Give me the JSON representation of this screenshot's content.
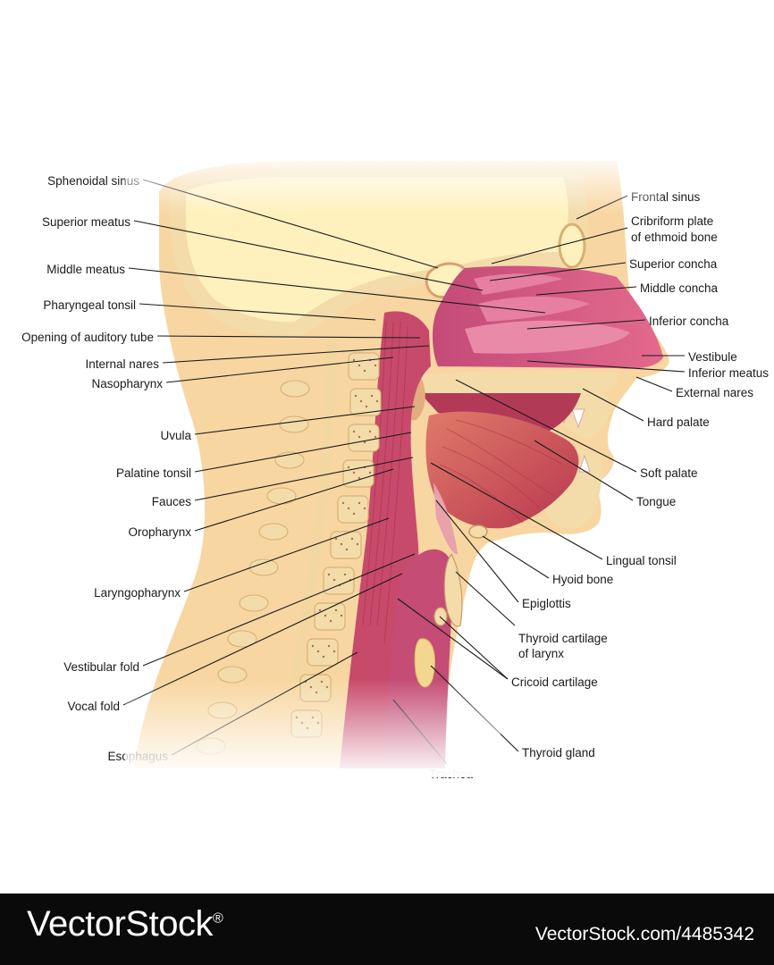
{
  "diagram": {
    "colors": {
      "skin": "#f8d6a1",
      "brain": "#fff1bd",
      "bone": "#f3dcaa",
      "bone_dot": "#b56a4f",
      "mucosa": "#d5556f",
      "nasal_cavity": "#d65f85",
      "muscle": "#c5455a",
      "airway": "#b8406a"
    },
    "labels_left": [
      {
        "id": "sphenoidal-sinus",
        "text": "Sphenoidal sinus"
      },
      {
        "id": "superior-meatus",
        "text": "Superior meatus"
      },
      {
        "id": "middle-meatus",
        "text": "Middle meatus"
      },
      {
        "id": "pharyngeal-tonsil",
        "text": "Pharyngeal tonsil"
      },
      {
        "id": "opening-auditory-tube",
        "text": "Opening of auditory tube"
      },
      {
        "id": "internal-nares",
        "text": "Internal nares"
      },
      {
        "id": "nasopharynx",
        "text": "Nasopharynx"
      },
      {
        "id": "uvula",
        "text": "Uvula"
      },
      {
        "id": "palatine-tonsil",
        "text": "Palatine tonsil"
      },
      {
        "id": "fauces",
        "text": "Fauces"
      },
      {
        "id": "oropharynx",
        "text": "Oropharynx"
      },
      {
        "id": "laryngopharynx",
        "text": "Laryngopharynx"
      },
      {
        "id": "vestibular-fold",
        "text": "Vestibular fold"
      },
      {
        "id": "vocal-fold",
        "text": "Vocal fold"
      },
      {
        "id": "esophagus",
        "text": "Esophagus"
      }
    ],
    "labels_right": [
      {
        "id": "frontal-sinus",
        "text": "Frontal sinus"
      },
      {
        "id": "cribriform-plate-1",
        "text": "Cribriform plate"
      },
      {
        "id": "cribriform-plate-2",
        "text": "of ethmoid bone"
      },
      {
        "id": "superior-concha",
        "text": "Superior concha"
      },
      {
        "id": "middle-concha",
        "text": "Middle concha"
      },
      {
        "id": "inferior-concha",
        "text": "Inferior concha"
      },
      {
        "id": "vestibule",
        "text": "Vestibule"
      },
      {
        "id": "inferior-meatus",
        "text": "Inferior meatus"
      },
      {
        "id": "external-nares",
        "text": "External nares"
      },
      {
        "id": "hard-palate",
        "text": "Hard palate"
      },
      {
        "id": "soft-palate",
        "text": "Soft palate"
      },
      {
        "id": "tongue",
        "text": "Tongue"
      },
      {
        "id": "lingual-tonsil",
        "text": "Lingual tonsil"
      },
      {
        "id": "hyoid-bone",
        "text": "Hyoid bone"
      },
      {
        "id": "epiglottis",
        "text": "Epiglottis"
      },
      {
        "id": "thyroid-cartilage-1",
        "text": "Thyroid cartilage"
      },
      {
        "id": "thyroid-cartilage-2",
        "text": "of larynx"
      },
      {
        "id": "cricoid-cartilage",
        "text": "Cricoid cartilage"
      },
      {
        "id": "thyroid-gland",
        "text": "Thyroid gland"
      },
      {
        "id": "trachea",
        "text": "Trachea"
      }
    ]
  },
  "watermark": {
    "brand": "VectorStock",
    "registered": "®",
    "site_id": "VectorStock.com/4485342"
  }
}
